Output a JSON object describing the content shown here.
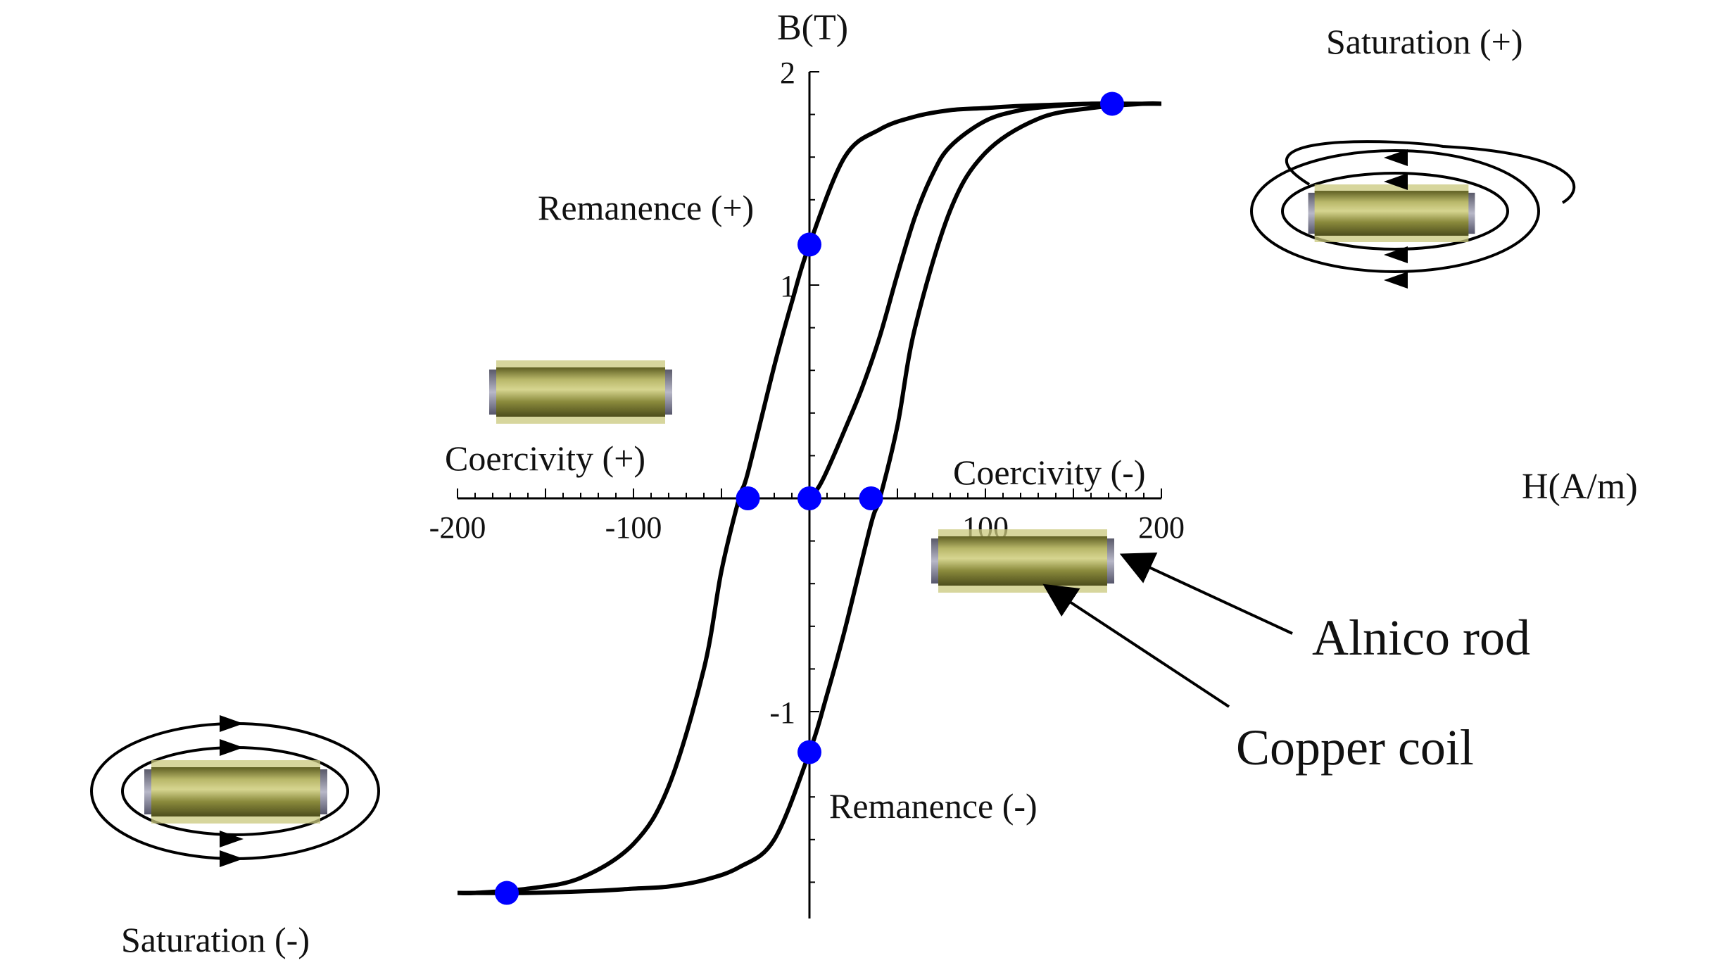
{
  "chart_data": {
    "type": "line",
    "title": "",
    "xlabel": "H(A/m)",
    "ylabel": "B(T)",
    "xlim": [
      -200,
      200
    ],
    "ylim": [
      -1.97,
      2.0
    ],
    "x_ticks": [
      -200,
      -100,
      100,
      200
    ],
    "x_tick_labels": [
      "-200",
      "-100",
      "100",
      "200"
    ],
    "y_ticks": [
      -1,
      1,
      2
    ],
    "y_tick_labels": [
      "-1",
      "1",
      "2"
    ],
    "grid": false,
    "legend": "none",
    "curves": [
      {
        "role": "upper-branch",
        "x": [
          200,
          160,
          120,
          100,
          80,
          60,
          40,
          20,
          0,
          -10,
          -20,
          -35,
          -40,
          -50,
          -60,
          -80,
          -100,
          -130,
          -160,
          -190,
          -200
        ],
        "y": [
          1.85,
          1.85,
          1.84,
          1.83,
          1.82,
          1.79,
          1.73,
          1.6,
          1.19,
          0.92,
          0.62,
          0.12,
          0.0,
          -0.34,
          -0.8,
          -1.35,
          -1.62,
          -1.78,
          -1.83,
          -1.85,
          -1.85
        ]
      },
      {
        "role": "lower-branch",
        "x": [
          -200,
          -160,
          -120,
          -100,
          -80,
          -60,
          -40,
          -20,
          0,
          10,
          20,
          35,
          40,
          50,
          60,
          80,
          100,
          130,
          160,
          190,
          200
        ],
        "y": [
          -1.85,
          -1.85,
          -1.84,
          -1.83,
          -1.82,
          -1.79,
          -1.73,
          -1.6,
          -1.19,
          -0.92,
          -0.62,
          -0.12,
          0.0,
          0.34,
          0.8,
          1.35,
          1.62,
          1.78,
          1.83,
          1.85,
          1.85
        ]
      },
      {
        "role": "initial-magnetization",
        "x": [
          0,
          5,
          10,
          20,
          30,
          40,
          50,
          60,
          70,
          80,
          100,
          120,
          140,
          160,
          172
        ],
        "y": [
          0.0,
          0.05,
          0.13,
          0.32,
          0.52,
          0.76,
          1.05,
          1.32,
          1.52,
          1.65,
          1.77,
          1.82,
          1.84,
          1.85,
          1.85
        ]
      }
    ],
    "points": [
      {
        "label": "Saturation (+)",
        "x": 172,
        "y": 1.85
      },
      {
        "label": "Remanence (+)",
        "x": 0,
        "y": 1.19
      },
      {
        "label": "Coercivity (+)",
        "x": -35,
        "y": 0.0
      },
      {
        "label": "",
        "x": 0,
        "y": 0.0
      },
      {
        "label": "Coercivity (-)",
        "x": 35,
        "y": 0.0
      },
      {
        "label": "Remanence (-)",
        "x": 0,
        "y": -1.19
      },
      {
        "label": "Saturation (-)",
        "x": -172,
        "y": -1.85
      }
    ],
    "callouts": [
      {
        "label": "Alnico rod"
      },
      {
        "label": "Copper coil"
      }
    ],
    "colors": {
      "curve": "#000000",
      "marker": "#0000ff",
      "rod_body": "#8a8a3a",
      "rod_highlight": "#d8d88a",
      "rod_cap": "#7a7a8a"
    }
  }
}
